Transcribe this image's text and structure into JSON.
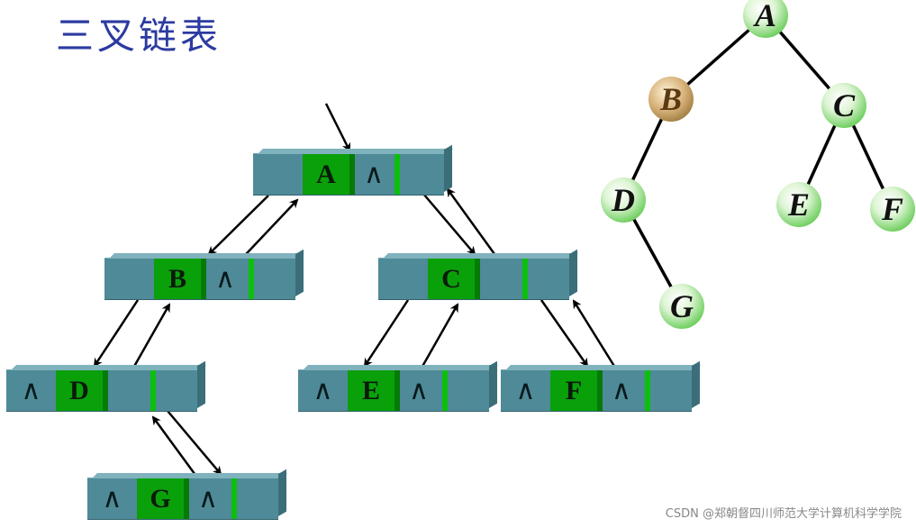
{
  "title": "三叉链表",
  "null_symbol": "∧",
  "watermark": "CSDN @郑朝督四川师范大学计算机科学学院",
  "linked_nodes": [
    {
      "id": "A",
      "label": "A",
      "left_null": false,
      "right_null": true
    },
    {
      "id": "B",
      "label": "B",
      "left_null": false,
      "right_null": true
    },
    {
      "id": "C",
      "label": "C",
      "left_null": false,
      "right_null": false
    },
    {
      "id": "D",
      "label": "D",
      "left_null": true,
      "right_null": false
    },
    {
      "id": "E",
      "label": "E",
      "left_null": true,
      "right_null": true
    },
    {
      "id": "F",
      "label": "F",
      "left_null": true,
      "right_null": true
    },
    {
      "id": "G",
      "label": "G",
      "left_null": true,
      "right_null": true
    }
  ],
  "tree_nodes": [
    {
      "id": "A",
      "label": "A"
    },
    {
      "id": "B",
      "label": "B"
    },
    {
      "id": "C",
      "label": "C"
    },
    {
      "id": "D",
      "label": "D"
    },
    {
      "id": "E",
      "label": "E"
    },
    {
      "id": "F",
      "label": "F"
    },
    {
      "id": "G",
      "label": "G"
    }
  ],
  "tree_edges": [
    [
      "A",
      "B"
    ],
    [
      "A",
      "C"
    ],
    [
      "B",
      "D"
    ],
    [
      "C",
      "E"
    ],
    [
      "C",
      "F"
    ],
    [
      "D",
      "G"
    ]
  ]
}
